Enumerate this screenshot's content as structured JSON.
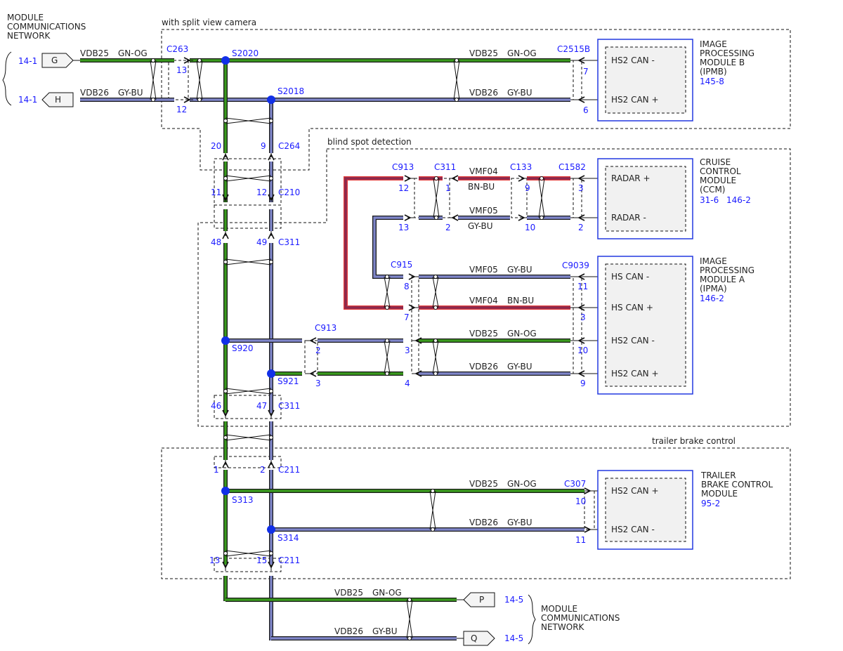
{
  "colors": {
    "gn_og": "#3a9a1e",
    "gy_bu": "#7f86c9",
    "bn_bu": "#8a2a4e",
    "red": "#e33a3a",
    "blue_text": "#1a1aff",
    "splice": "#1230e8",
    "module_border": "#2238e0"
  },
  "side_labels": {
    "mcn_top": [
      "MODULE",
      "COMMUNICATIONS",
      "NETWORK"
    ],
    "mcn_bottom": [
      "MODULE",
      "COMMUNICATIONS",
      "NETWORK"
    ],
    "ref_14_1": "14-1",
    "ref_14_5": "14-5"
  },
  "terminals": {
    "G": "G",
    "H": "H",
    "P": "P",
    "Q": "Q"
  },
  "groups": {
    "split_view": "with split view camera",
    "blind_spot": "blind spot detection",
    "trailer": "trailer brake control"
  },
  "wires": {
    "vdb25": "VDB25",
    "vdb26": "VDB26",
    "vmf04": "VMF04",
    "vmf05": "VMF05",
    "gn_og": "GN-OG",
    "gy_bu": "GY-BU",
    "bn_bu": "BN-BU"
  },
  "modules": {
    "ipmb": {
      "title": [
        "IMAGE",
        "PROCESSING",
        "MODULE B",
        "(IPMB)"
      ],
      "ref": "145-8",
      "pins": [
        "HS2 CAN -",
        "HS2 CAN +"
      ]
    },
    "ccm": {
      "title": [
        "CRUISE",
        "CONTROL",
        "MODULE",
        "(CCM)"
      ],
      "refs": [
        "31-6",
        "146-2"
      ],
      "pins": [
        "RADAR +",
        "RADAR -"
      ]
    },
    "ipma": {
      "title": [
        "IMAGE",
        "PROCESSING",
        "MODULE A",
        "(IPMA)"
      ],
      "ref": "146-2",
      "pins": [
        "HS CAN -",
        "HS CAN +",
        "HS2 CAN -",
        "HS2 CAN +"
      ]
    },
    "tbcm": {
      "title": [
        "TRAILER",
        "BRAKE CONTROL",
        "MODULE"
      ],
      "ref": "95-2",
      "pins": [
        "HS2 CAN +",
        "HS2 CAN -"
      ]
    }
  },
  "connectors": {
    "C263": "C263",
    "S2020": "S2020",
    "S2018": "S2018",
    "C2515B": "C2515B",
    "C264": "C264",
    "C210": "C210",
    "C913": "C913",
    "C311": "C311",
    "C133": "C133",
    "C1582": "C1582",
    "C915": "C915",
    "C9039": "C9039",
    "S920": "S920",
    "S921": "S921",
    "C211": "C211",
    "C307": "C307",
    "S313": "S313",
    "S314": "S314"
  },
  "pins": {
    "c263_13": "13",
    "c263_12": "12",
    "c2515b_7": "7",
    "c2515b_6": "6",
    "c264_20": "20",
    "c264_9": "9",
    "c210_11": "11",
    "c210_12": "12",
    "c311_48": "48",
    "c311_49": "49",
    "c311_46": "46",
    "c311_47": "47",
    "c913_12": "12",
    "c913_13": "13",
    "c311_1": "1",
    "c311_2": "2",
    "c133_9": "9",
    "c133_10": "10",
    "c1582_3": "3",
    "c1582_2": "2",
    "c915_8": "8",
    "c915_7": "7",
    "c9039_11": "11",
    "c9039_3": "3",
    "c9039_10": "10",
    "c9039_9": "9",
    "c913b_2": "2",
    "c913b_3": "3",
    "c913c_3": "3",
    "c913c_4": "4",
    "c211_1": "1",
    "c211_2": "2",
    "c211_13": "13",
    "c211_15": "15",
    "c307_10": "10",
    "c307_11": "11"
  }
}
